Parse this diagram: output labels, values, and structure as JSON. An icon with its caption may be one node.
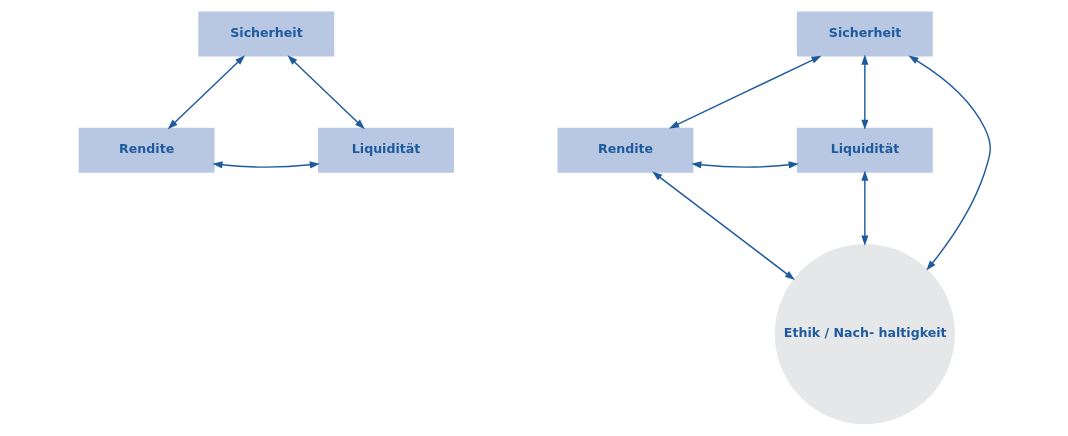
{
  "diagram": {
    "nodes": [
      {
        "text": [
          "Sicherheit"
        ]
      },
      {
        "text": [
          "Rendite"
        ]
      },
      {
        "text": [
          "Liquidität"
        ]
      },
      {
        "text": [
          "Sicherheit"
        ]
      },
      {
        "text": [
          "Rendite"
        ]
      },
      {
        "text": [
          "Liquidität"
        ]
      },
      {
        "text": [
          "Ethik / Nach- haltigkeit"
        ]
      }
    ],
    "edges": [
      {
        "from": 0,
        "to": 1,
        "arrow": "both"
      },
      {
        "from": 0,
        "to": 2,
        "arrow": "both"
      },
      {
        "from": 1,
        "to": 2,
        "arrow": "both"
      },
      {
        "from": 3,
        "to": 4,
        "arrow": "both"
      },
      {
        "from": 3,
        "to": 5,
        "arrow": "both"
      },
      {
        "from": 4,
        "to": 5,
        "arrow": "both"
      },
      {
        "from": 3,
        "to": 6,
        "arrow": "both"
      },
      {
        "from": 4,
        "to": 6,
        "arrow": "both"
      },
      {
        "from": 5,
        "to": 6,
        "arrow": "both"
      }
    ]
  }
}
